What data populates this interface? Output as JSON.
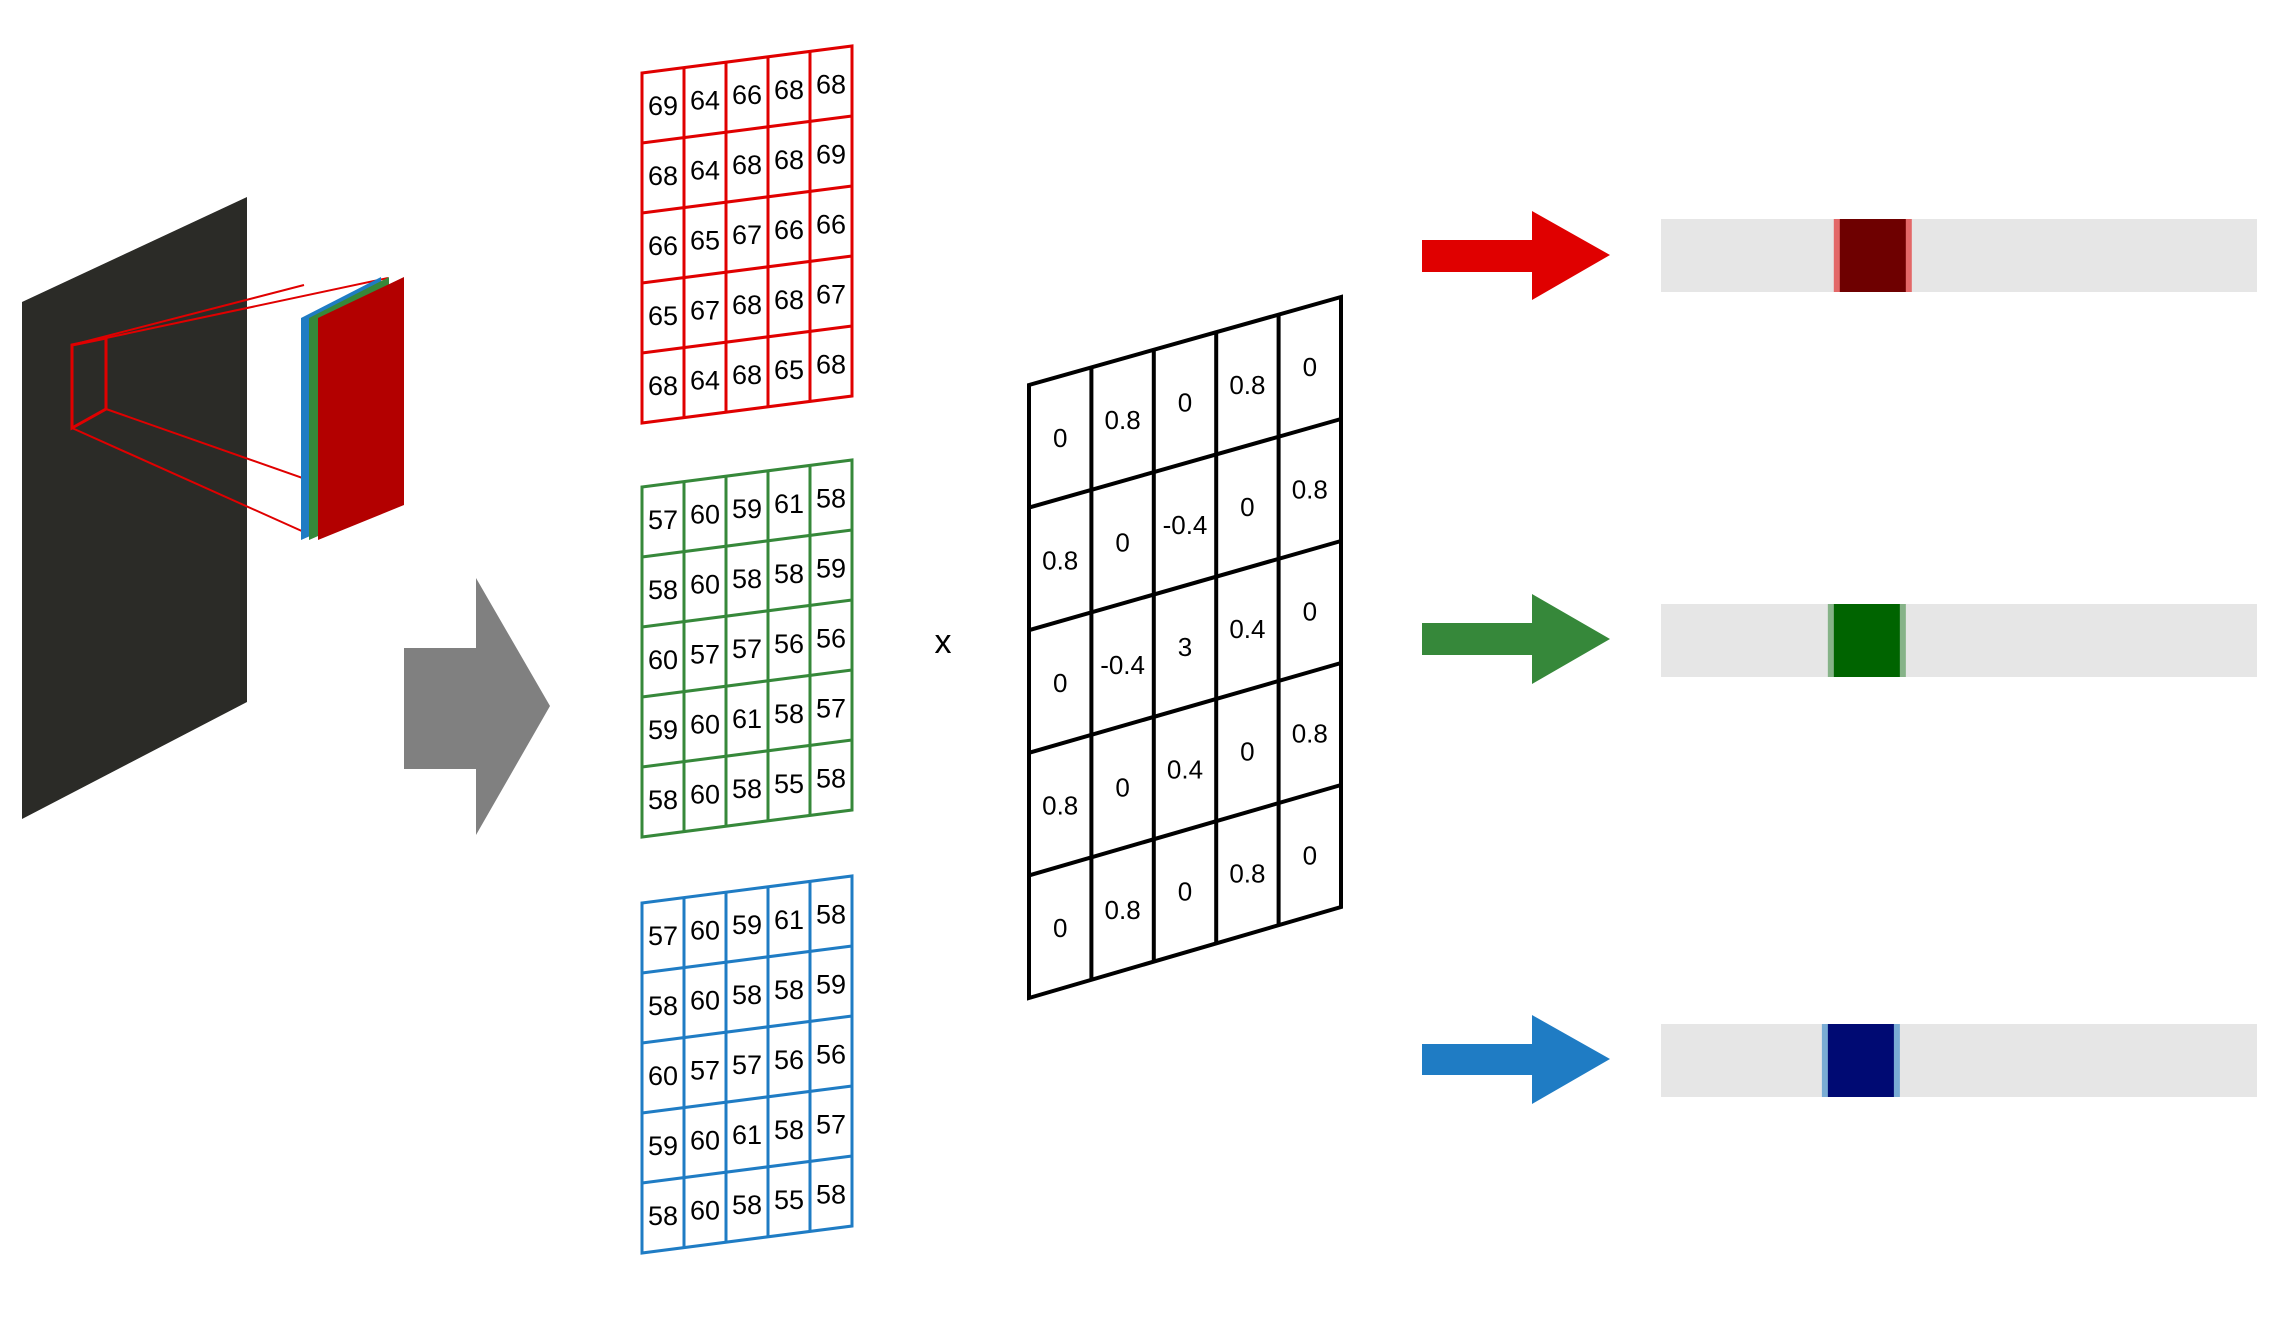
{
  "colors": {
    "red": "#e00000",
    "green": "#36883a",
    "blue": "#1f7cc4",
    "kernel_line": "#000000",
    "image_dark": "#2b2b27",
    "arrow_gray": "#808080",
    "bar_bg": "#e6e6e6",
    "band_red": "#6e0000",
    "band_green": "#006400",
    "band_blue": "#000a73"
  },
  "grids": {
    "red": [
      [
        "69",
        "64",
        "66",
        "68",
        "68"
      ],
      [
        "68",
        "64",
        "68",
        "68",
        "69"
      ],
      [
        "66",
        "65",
        "67",
        "66",
        "66"
      ],
      [
        "65",
        "67",
        "68",
        "68",
        "67"
      ],
      [
        "68",
        "64",
        "68",
        "65",
        "68"
      ]
    ],
    "green": [
      [
        "57",
        "60",
        "59",
        "61",
        "58"
      ],
      [
        "58",
        "60",
        "58",
        "58",
        "59"
      ],
      [
        "60",
        "57",
        "57",
        "56",
        "56"
      ],
      [
        "59",
        "60",
        "61",
        "58",
        "57"
      ],
      [
        "58",
        "60",
        "58",
        "55",
        "58"
      ]
    ],
    "blue": [
      [
        "57",
        "60",
        "59",
        "61",
        "58"
      ],
      [
        "58",
        "60",
        "58",
        "58",
        "59"
      ],
      [
        "60",
        "57",
        "57",
        "56",
        "56"
      ],
      [
        "59",
        "60",
        "61",
        "58",
        "57"
      ],
      [
        "58",
        "60",
        "58",
        "55",
        "58"
      ]
    ]
  },
  "operator": "x",
  "kernel": [
    [
      "0",
      "0.8",
      "0",
      "0.8",
      "0"
    ],
    [
      "0.8",
      "0",
      "-0.4",
      "0",
      "0.8"
    ],
    [
      "0",
      "-0.4",
      "3",
      "0.4",
      "0"
    ],
    [
      "0.8",
      "0",
      "0.4",
      "0",
      "0.8"
    ],
    [
      "0",
      "0.8",
      "0",
      "0.8",
      "0"
    ]
  ],
  "outputs": [
    {
      "channel": "red",
      "band_fraction": 0.3
    },
    {
      "channel": "green",
      "band_fraction": 0.29
    },
    {
      "channel": "blue",
      "band_fraction": 0.28
    }
  ]
}
